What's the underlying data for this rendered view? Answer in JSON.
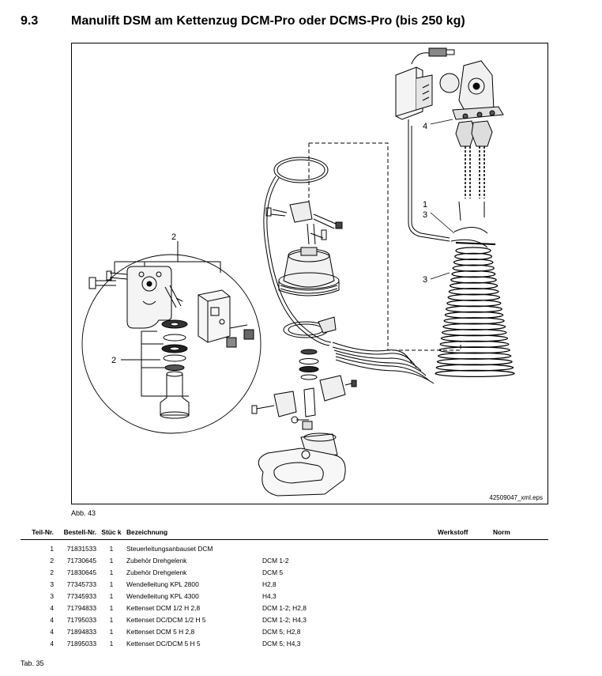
{
  "header": {
    "number": "9.3",
    "title": "Manulift DSM am Kettenzug DCM-Pro oder DCMS-Pro (bis 250 kg)"
  },
  "figure": {
    "filename": "42509047_xml.eps",
    "caption": "Abb. 43",
    "callouts": {
      "two_top": "2",
      "two_left": "2",
      "one": "1",
      "three_a": "3",
      "three_b": "3",
      "four": "4"
    }
  },
  "table": {
    "headers": {
      "teil_nr": "Teil-Nr.",
      "bestell_nr": "Bestell-Nr.",
      "stueck": "Stüc k",
      "bezeichnung": "Bezeichnung",
      "spec": "",
      "werkstoff": "Werkstoff",
      "norm": "Norm"
    },
    "rows": [
      {
        "teil": "1",
        "bestell": "71831533",
        "qty": "1",
        "bez": "Steuerleitungsanbauset DCM",
        "spec": ""
      },
      {
        "teil": "2",
        "bestell": "71730645",
        "qty": "1",
        "bez": "Zubehör Drehgelenk",
        "spec": "DCM 1-2"
      },
      {
        "teil": "2",
        "bestell": "71830645",
        "qty": "1",
        "bez": "Zubehör Drehgelenk",
        "spec": "DCM 5"
      },
      {
        "teil": "3",
        "bestell": "77345733",
        "qty": "1",
        "bez": "Wendelleitung KPL 2800",
        "spec": "H2,8"
      },
      {
        "teil": "3",
        "bestell": "77345933",
        "qty": "1",
        "bez": "Wendelleitung KPL 4300",
        "spec": "H4,3"
      },
      {
        "teil": "4",
        "bestell": "71794833",
        "qty": "1",
        "bez": "Kettenset DCM 1/2 H 2,8",
        "spec": "DCM 1-2; H2,8"
      },
      {
        "teil": "4",
        "bestell": "71795033",
        "qty": "1",
        "bez": "Kettenset DC/DCM 1/2 H 5",
        "spec": "DCM 1-2; H4,3"
      },
      {
        "teil": "4",
        "bestell": "71894833",
        "qty": "1",
        "bez": "Kettenset DCM 5 H 2,8",
        "spec": "DCM 5; H2,8"
      },
      {
        "teil": "4",
        "bestell": "71895033",
        "qty": "1",
        "bez": "Kettenset DC/DCM 5 H 5",
        "spec": "DCM 5; H4,3"
      }
    ],
    "caption": "Tab. 35"
  }
}
